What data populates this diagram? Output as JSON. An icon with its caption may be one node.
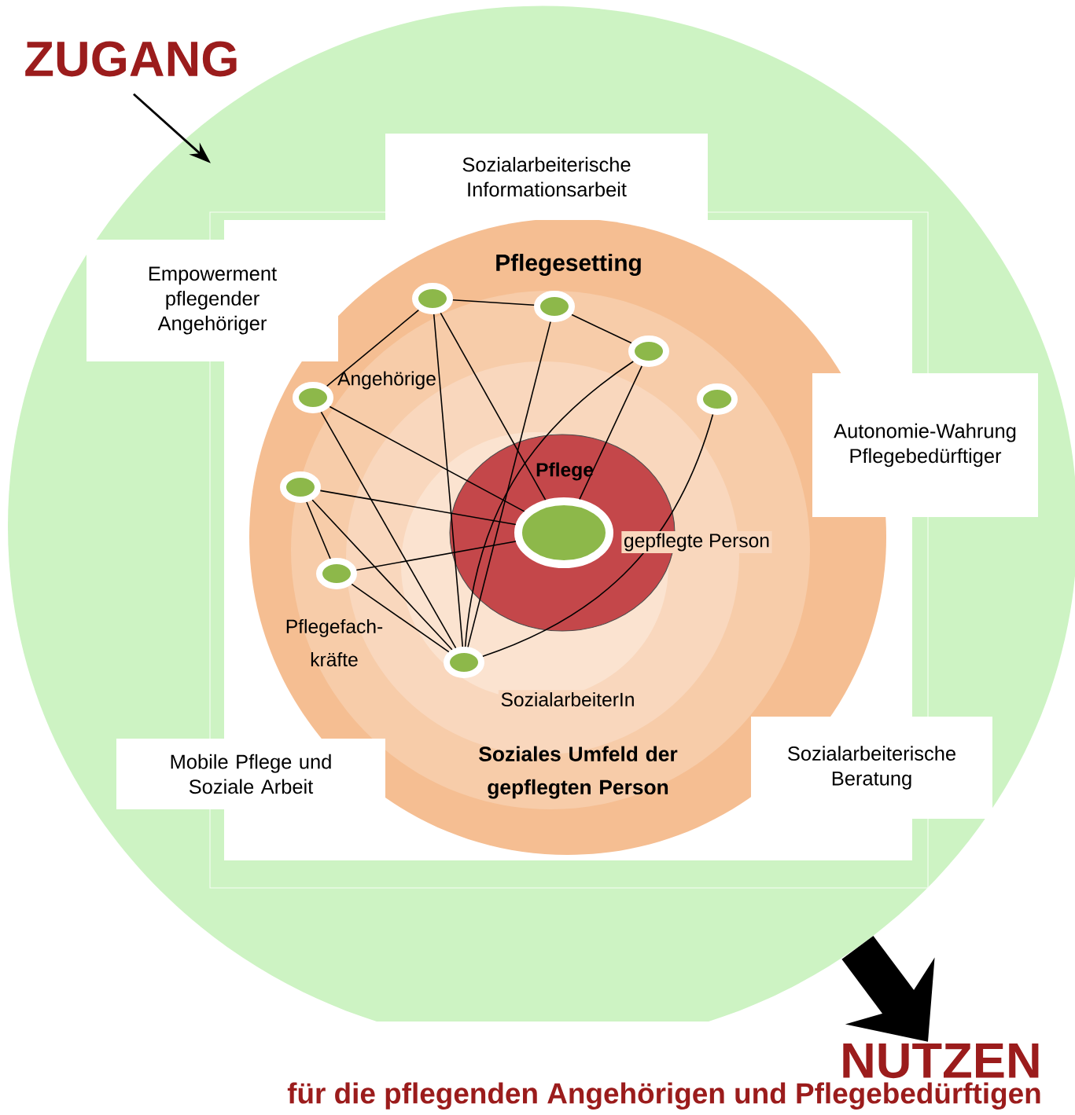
{
  "diagram": {
    "nodes": [
      {
        "text": [
          "ZUGANG"
        ]
      },
      {
        "text": [],
        "shape": "circle"
      },
      {
        "text": [],
        "shape": "box",
        "in": 1
      },
      {
        "text": [
          "Sozialarbeiterische Informationsarbeit"
        ],
        "in": 1
      },
      {
        "text": [
          "Empowerment pflegender Angehöriger"
        ],
        "in": 1
      },
      {
        "text": [
          "Autonomie-Wahrung Pflegebedürftiger"
        ],
        "in": 1
      },
      {
        "text": [
          "Mobile Pflege und Soziale Arbeit"
        ],
        "in": 1
      },
      {
        "text": [
          "Sozialarbeiterische Beratung"
        ],
        "in": 1
      },
      {
        "text": [
          "Pflegesetting",
          "Soziales Umfeld der gepflegten Person"
        ],
        "in": 2
      },
      {
        "text": [
          "Pflege"
        ],
        "in": 8
      },
      {
        "text": [],
        "shape": "circle",
        "in": 8
      },
      {
        "text": [],
        "shape": "circle",
        "in": 8
      },
      {
        "text": [],
        "shape": "circle",
        "in": 8
      },
      {
        "text": [],
        "shape": "circle",
        "in": 8
      },
      {
        "text": [],
        "shape": "circle",
        "in": 8
      },
      {
        "text": [],
        "shape": "circle",
        "in": 8
      },
      {
        "text": [],
        "shape": "circle",
        "in": 8
      },
      {
        "text": [],
        "shape": "circle",
        "in": 8,
        "beside": [
          "SozialarbeiterIn"
        ]
      },
      {
        "text": [],
        "shape": "circle",
        "in": 9,
        "beside": [
          "gepflegte Person"
        ]
      },
      {
        "text": [
          "NUTZEN",
          "für die pflegenden Angehörigen und Pflegebedürftigen"
        ]
      }
    ],
    "edges": [
      {
        "from": 0,
        "to": 1,
        "arrow": "to"
      },
      {
        "from": 1,
        "to": 19,
        "arrow": "to",
        "style": "thick"
      },
      {
        "from": 10,
        "to": 11,
        "arrow": "none"
      },
      {
        "from": 10,
        "to": 13,
        "arrow": "none"
      },
      {
        "from": 10,
        "to": 17,
        "arrow": "none"
      },
      {
        "from": 10,
        "to": 18,
        "arrow": "none"
      },
      {
        "from": 11,
        "to": 12,
        "arrow": "none"
      },
      {
        "from": 11,
        "to": 17,
        "arrow": "none"
      },
      {
        "from": 12,
        "to": 18,
        "arrow": "none"
      },
      {
        "from": 12,
        "to": 17,
        "arrow": "none"
      },
      {
        "from": 14,
        "to": 17,
        "arrow": "none"
      },
      {
        "from": 13,
        "to": 18,
        "arrow": "none"
      },
      {
        "from": 13,
        "to": 17,
        "arrow": "none"
      },
      {
        "from": 15,
        "to": 18,
        "arrow": "none"
      },
      {
        "from": 15,
        "to": 16,
        "arrow": "none"
      },
      {
        "from": 15,
        "to": 17,
        "arrow": "none"
      },
      {
        "from": 16,
        "to": 18,
        "arrow": "none"
      },
      {
        "from": 16,
        "to": 17,
        "arrow": "none"
      }
    ],
    "labels": [
      "Angehörige",
      "Pflegefach- kräfte"
    ]
  }
}
